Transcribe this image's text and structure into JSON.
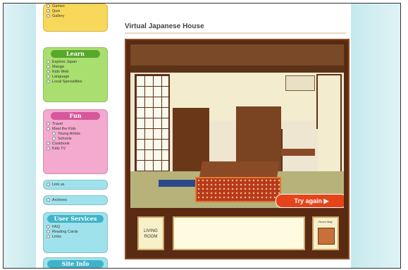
{
  "page": {
    "title": "Virtual Japanese House"
  },
  "sidebar": {
    "top_links": [
      "Games",
      "Quiz",
      "Gallery"
    ],
    "learn": {
      "heading": "Learn",
      "items": [
        "Explore Japan",
        "Manga",
        "Kids Web",
        "Language",
        "Local Specialities"
      ]
    },
    "fun": {
      "heading": "Fun",
      "items": [
        "Travel",
        "Meet the Kids"
      ],
      "sub_items": [
        "Young Artists",
        "Schools"
      ],
      "items_after": [
        "Cookbook",
        "Kids TV"
      ]
    },
    "single_links": [
      "Link us",
      "Archives"
    ],
    "info": {
      "heading": "User Services",
      "items": [
        "FAQ",
        "Reading Cards",
        "Links"
      ]
    },
    "site_info": {
      "heading": "Site Info"
    }
  },
  "scene": {
    "try_again_label": "Try again ▶",
    "room_label_line1": "LIVING",
    "room_label_line2": "ROOM",
    "thumb_title": "Room Map"
  },
  "colors": {
    "learn": "#a9df6f",
    "fun": "#f4a9cf",
    "cyan": "#9fe2ec",
    "button": "#e5441a"
  }
}
